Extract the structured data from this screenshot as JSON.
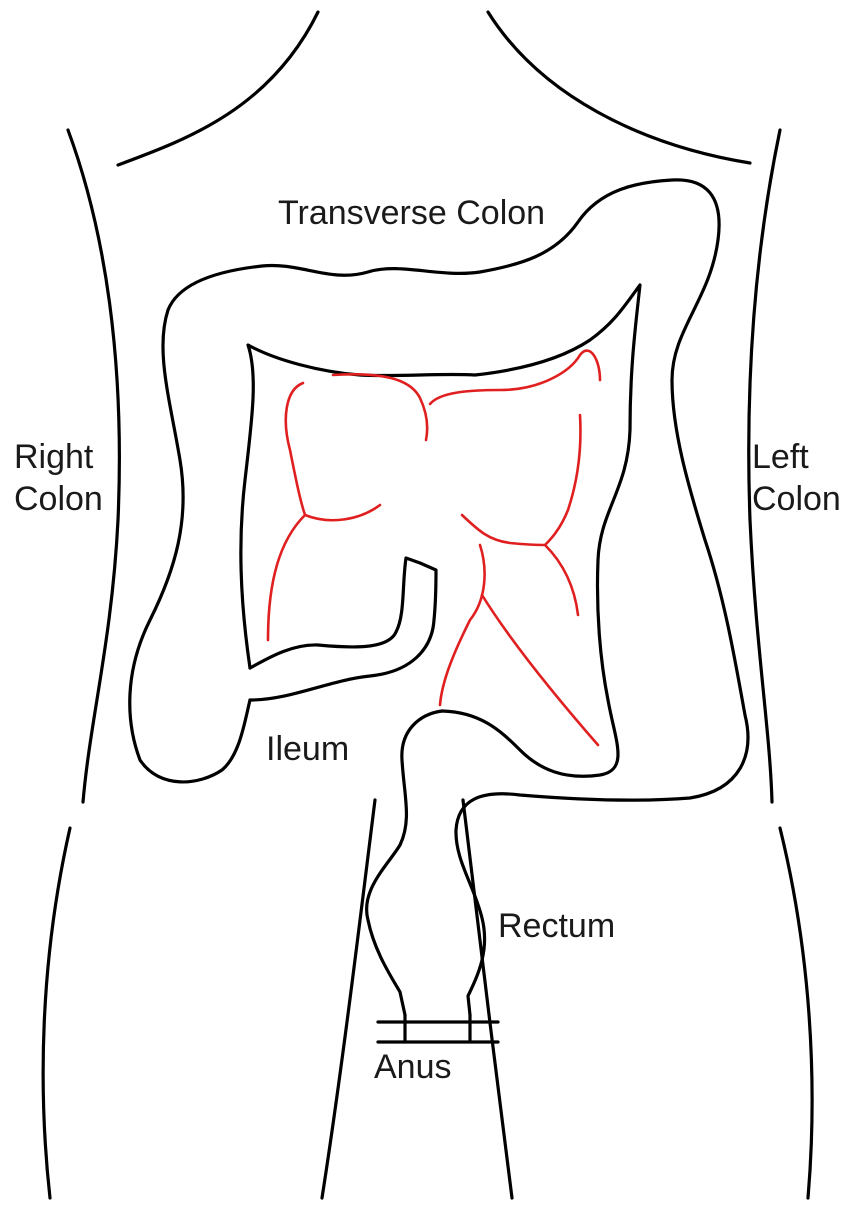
{
  "labels": {
    "transverse_colon": "Transverse Colon",
    "right_colon_line1": "Right",
    "right_colon_line2": "Colon",
    "left_colon_line1": "Left",
    "left_colon_line2": "Colon",
    "ileum": "Ileum",
    "rectum": "Rectum",
    "anus": "Anus"
  },
  "colors": {
    "outline": "#000000",
    "vessels": "#e02020",
    "background": "#ffffff"
  }
}
